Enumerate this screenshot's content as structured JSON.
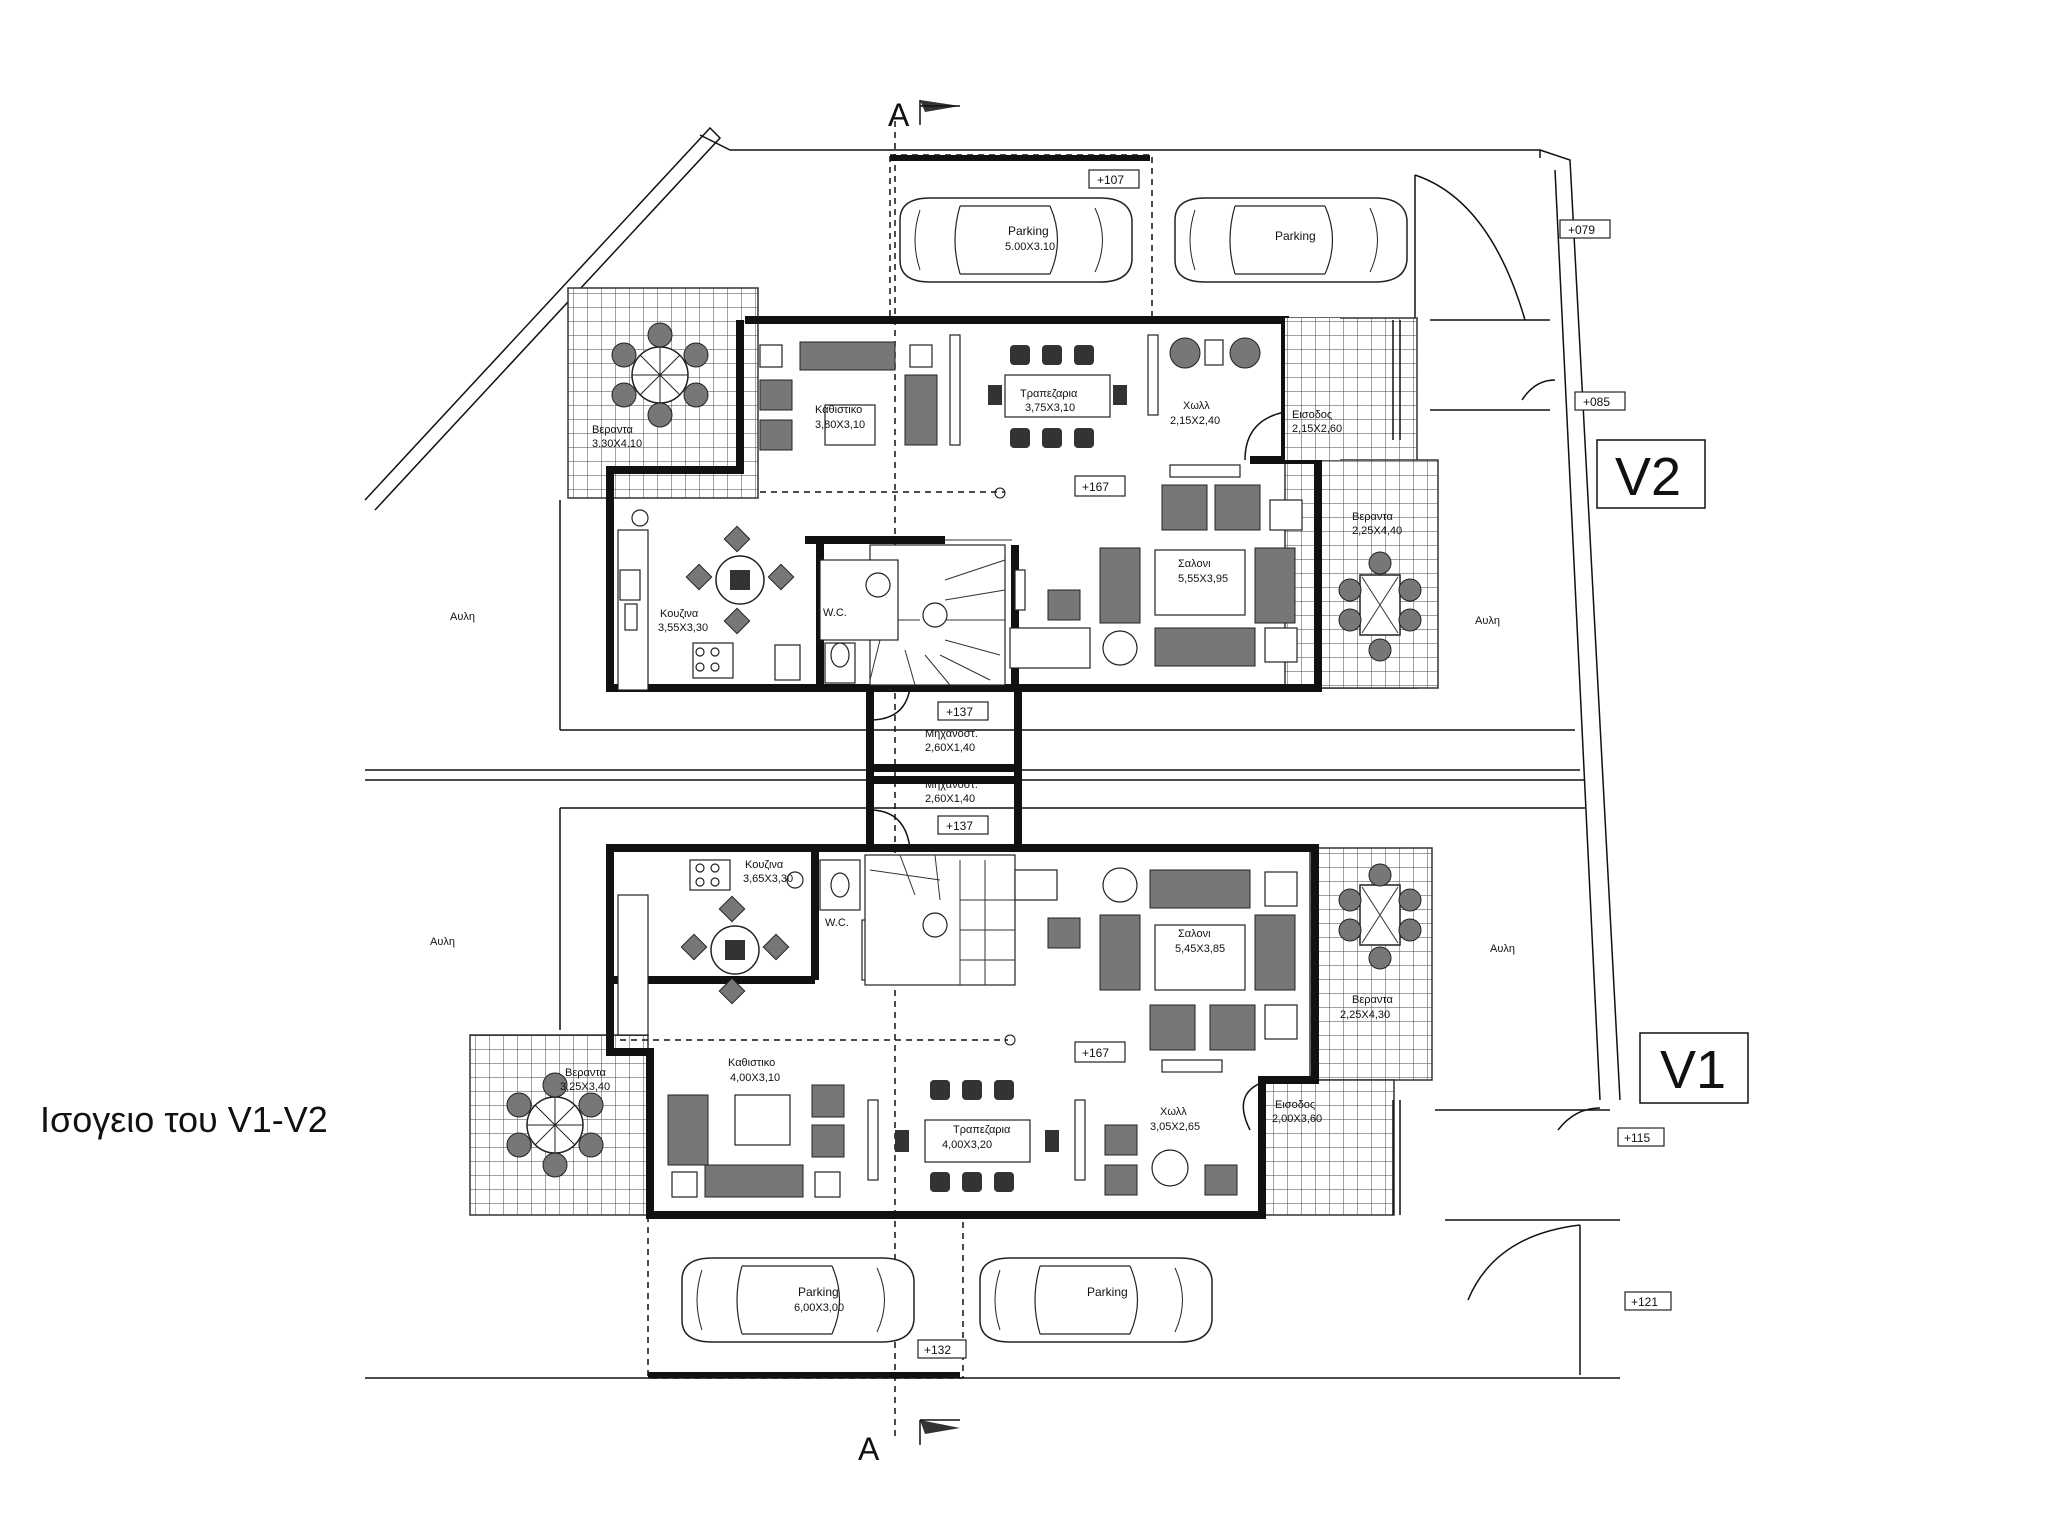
{
  "title": "Ισογειο του V1-V2",
  "units": {
    "v2": "V2",
    "v1": "V1"
  },
  "section_marks": {
    "top": "A",
    "bottom": "A"
  },
  "v2": {
    "parking_1": "Parking",
    "parking_1_dim": "5.00X3.10",
    "parking_2": "Parking",
    "veranda_l": "Βεραντα",
    "veranda_l_dim": "3.30X4.10",
    "kathistiko": "Καθιστικο",
    "kathistiko_dim": "3,80X3,10",
    "trapezaria": "Τραπεζαρια",
    "trapezaria_dim": "3,75X3,10",
    "xoll": "Χωλλ",
    "xoll_dim": "2,15X2,40",
    "eisodos": "Εισοδος",
    "eisodos_dim": "2,15X2,60",
    "veranda_r": "Βεραντα",
    "veranda_r_dim": "2,25X4,40",
    "kouzina": "Κουζινα",
    "kouzina_dim": "3,55X3,30",
    "wc": "W.C.",
    "saloni": "Σαλονι",
    "saloni_dim": "5,55X3,95",
    "mixan": "Μηχανοστ.",
    "mixan_dim": "2,60X1,40",
    "aulh_l": "Αυλη",
    "aulh_r": "Αυλη"
  },
  "v1": {
    "mixan": "Μηχανοστ.",
    "mixan_dim": "2,60X1,40",
    "kouzina": "Κουζινα",
    "kouzina_dim": "3,65X3,30",
    "wc": "W.C.",
    "saloni": "Σαλονι",
    "saloni_dim": "5,45X3,85",
    "veranda_r": "Βεραντα",
    "veranda_r_dim": "2,25X4,30",
    "veranda_l": "Βεραντα",
    "veranda_l_dim": "3,25X3,40",
    "kathistiko": "Καθιστικο",
    "kathistiko_dim": "4,00X3,10",
    "trapezaria": "Τραπεζαρια",
    "trapezaria_dim": "4,00X3,20",
    "xoll": "Χωλλ",
    "xoll_dim": "3,05X2,65",
    "eisodos": "Εισοδος",
    "eisodos_dim": "2,00X3,60",
    "parking_1": "Parking",
    "parking_1_dim": "6,00X3,00",
    "parking_2": "Parking",
    "aulh_l": "Αυλη",
    "aulh_r": "Αυλη"
  },
  "levels": {
    "l107": "+107",
    "l079": "+079",
    "l085": "+085",
    "l167a": "+167",
    "l137a": "+137",
    "l137b": "+137",
    "l167b": "+167",
    "l115": "+115",
    "l121": "+121",
    "l132": "+132"
  }
}
